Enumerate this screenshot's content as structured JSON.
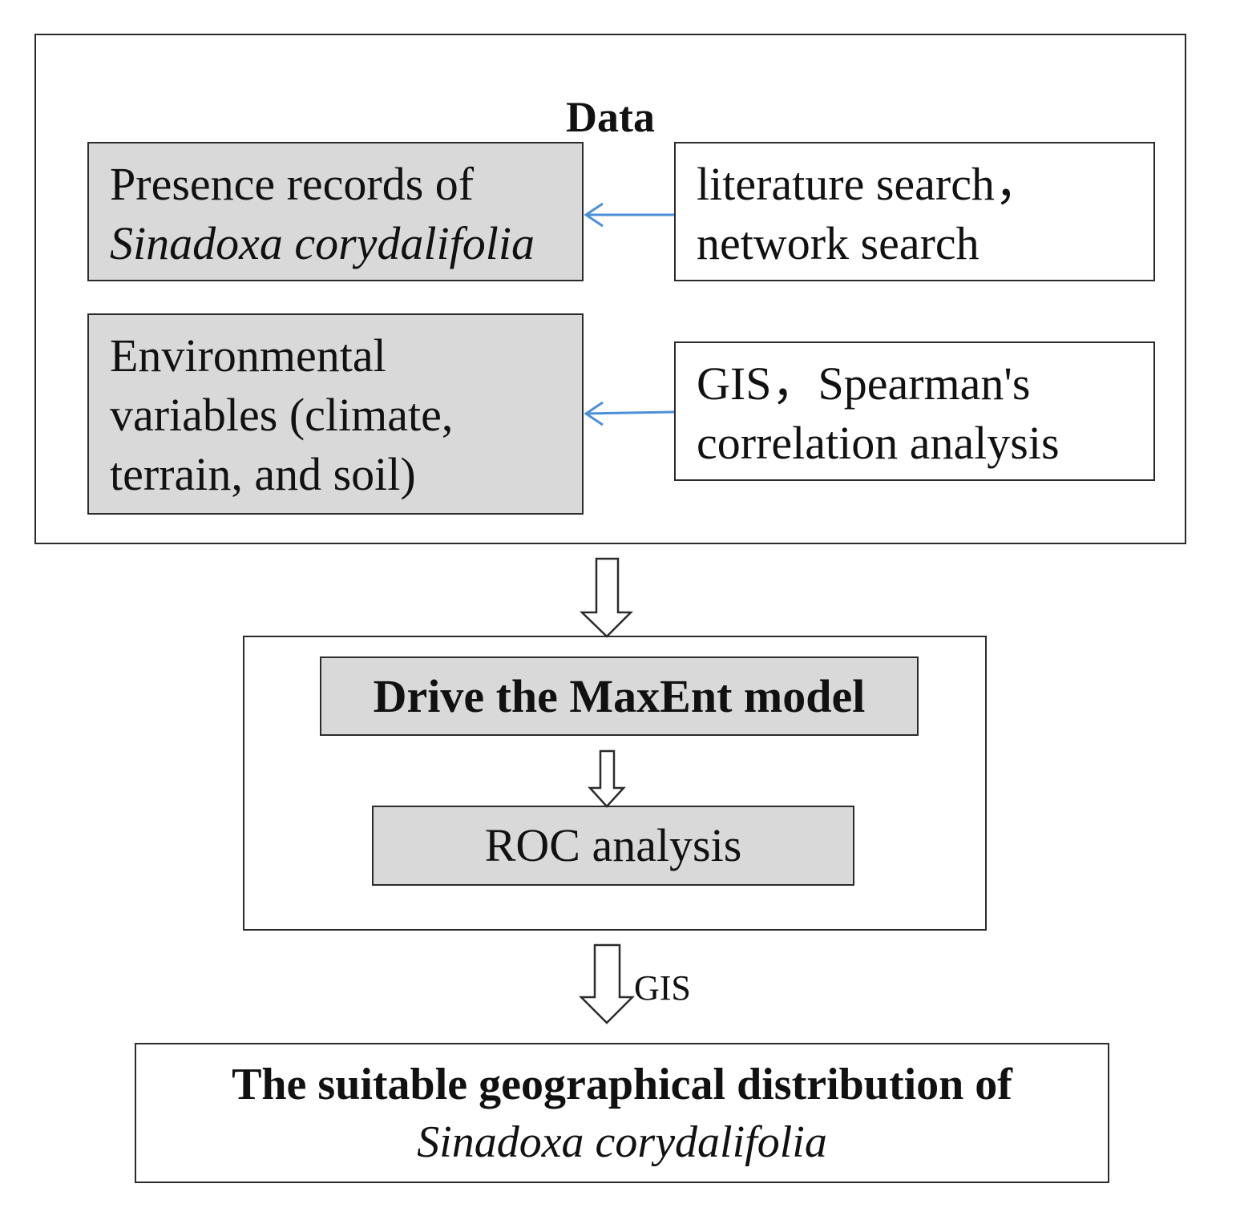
{
  "data_section": {
    "title": "Data",
    "presence": {
      "line1": "Presence records of",
      "line2": "Sinadoxa corydalifolia"
    },
    "environment": {
      "line1": "Environmental",
      "line2": "variables (climate,",
      "line3": "terrain, and soil)"
    },
    "literature": {
      "line1": "literature search，",
      "line2": "network search"
    },
    "gis_spearman": {
      "line1": "GIS，Spearman's",
      "line2": "correlation analysis"
    }
  },
  "model_section": {
    "maxent_label": "Drive the MaxEnt model",
    "roc_label": "ROC analysis"
  },
  "gis_arrow_label": "GIS",
  "result": {
    "line1": "The suitable geographical distribution of",
    "line2": "Sinadoxa corydalifolia"
  },
  "colors": {
    "box_fill_gray": "#d9d9d9",
    "arrow_blue": "#4a90d9",
    "border": "#2b2b2b"
  }
}
